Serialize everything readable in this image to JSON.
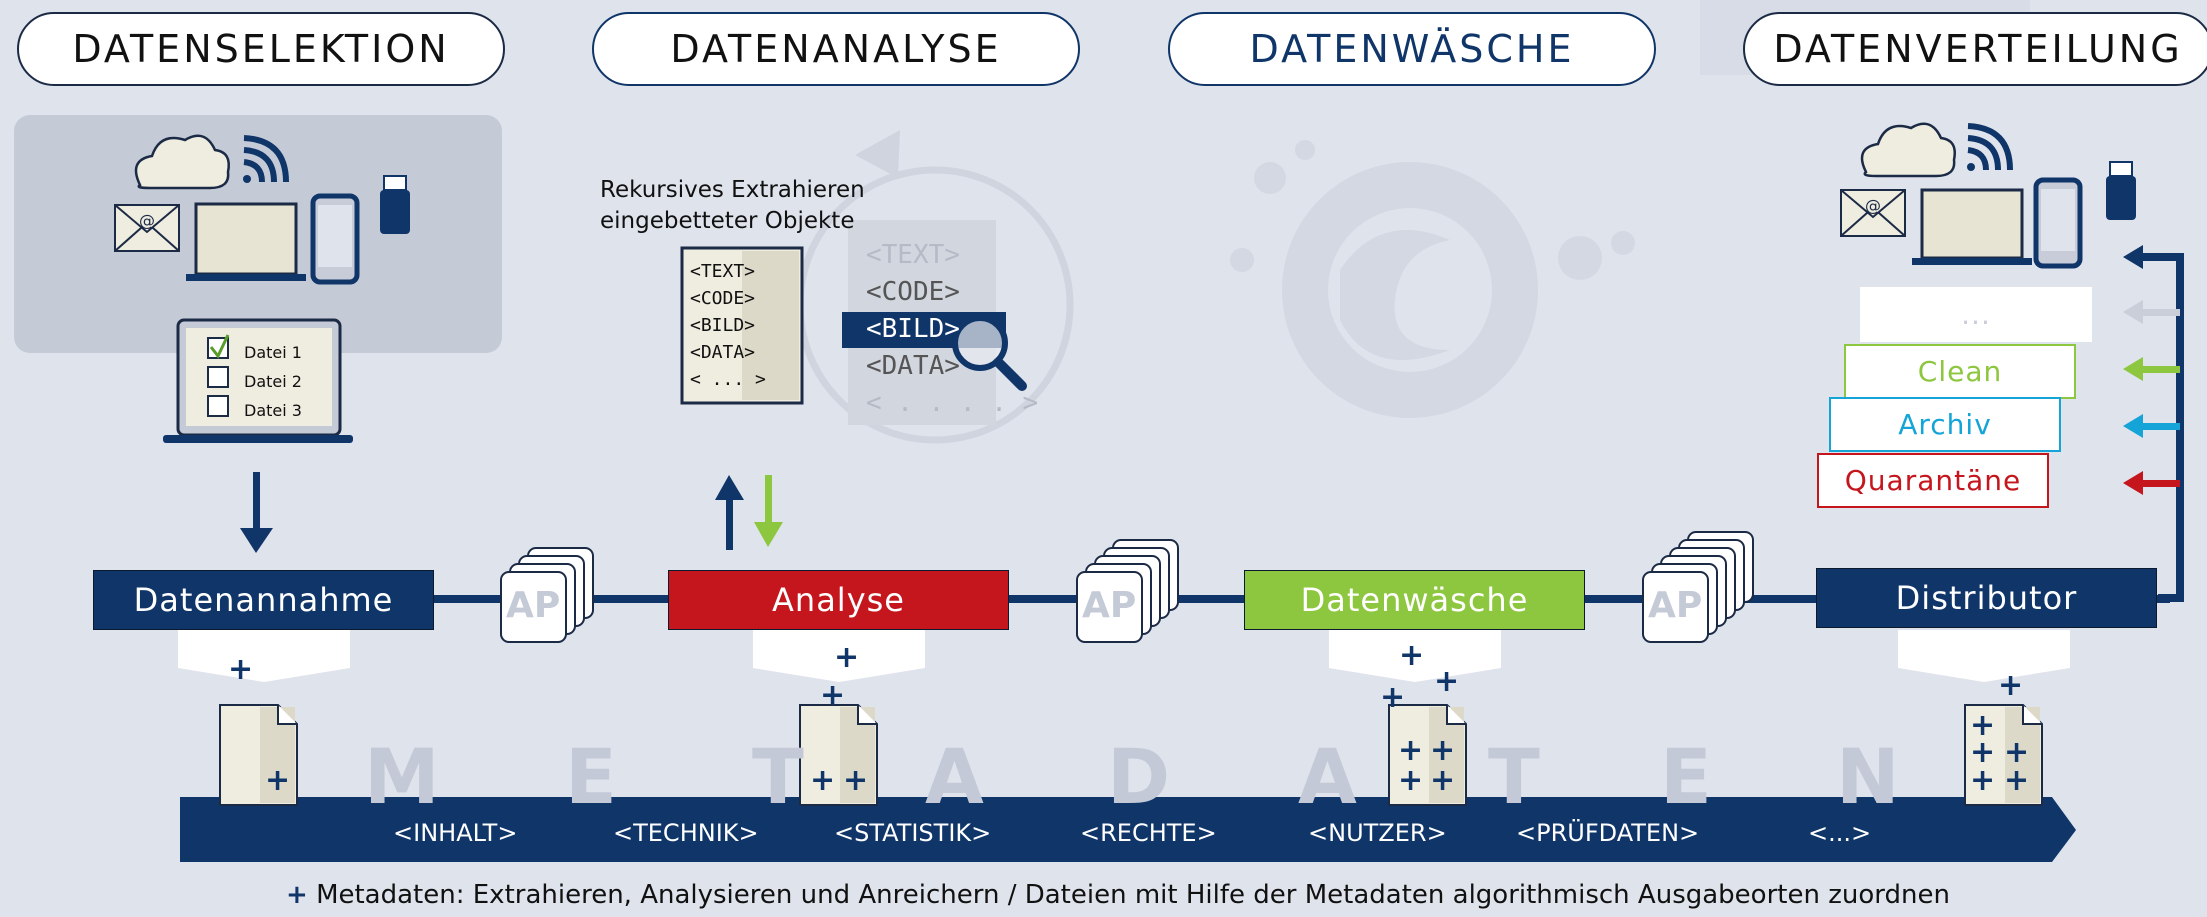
{
  "headers": {
    "selektion": "DATENSELEKTION",
    "analyse": "DATENANALYSE",
    "waesche": "DATENWÄSCHE",
    "verteilung": "DATENVERTEILUNG"
  },
  "files": [
    "Datei 1",
    "Datei 2",
    "Datei 3"
  ],
  "extraction_caption_line1": "Rekursives Extrahieren",
  "extraction_caption_line2": "eingebetteter Objekte",
  "doc_tags": [
    "<TEXT>",
    "<CODE>",
    "<BILD>",
    "<DATA>",
    "< ... >"
  ],
  "doc_tags_faded": [
    "<TEXT>",
    "<CODE>",
    "<BILD>",
    "<DATA>",
    "< . . . . >"
  ],
  "stages": {
    "datenannahme": "Datenannahme",
    "analyse": "Analyse",
    "datenwaesche": "Datenwäsche",
    "distributor": "Distributor"
  },
  "ap_label": "AP",
  "outputs": {
    "more": "...",
    "clean": "Clean",
    "archiv": "Archiv",
    "quarantaene": "Quarantäne"
  },
  "metadata_letters": [
    "M",
    "E",
    "T",
    "A",
    "D",
    "A",
    "T",
    "E",
    "N"
  ],
  "metadata_tags": [
    "<INHALT>",
    "<TECHNIK>",
    "<STATISTIK>",
    "<RECHTE>",
    "<NUTZER>",
    "<PRÜFDATEN>",
    "<...>"
  ],
  "plus_symbol": "+",
  "footer_text": "Metadaten: Extrahieren, Analysieren und Anreichern / Dateien mit Hilfe der Metadaten algorithmisch Ausgabeorten zuordnen",
  "colors": {
    "navy": "#0f3569",
    "red": "#c4161c",
    "green": "#8dc63f",
    "cyan": "#14a4d8",
    "gray_arrow": "#c9ced8",
    "background": "#dfe3ec"
  }
}
